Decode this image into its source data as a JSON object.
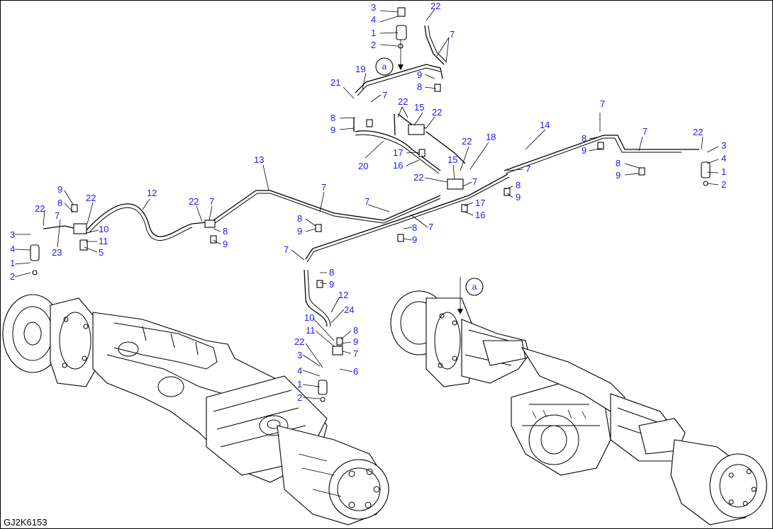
{
  "drawing_code": "GJ2K6153",
  "reference_marker": "a",
  "colors": {
    "callout": "#1a1aff",
    "line": "#000000",
    "background": "#ffffff"
  },
  "callouts": [
    {
      "label": "3"
    },
    {
      "label": "4"
    },
    {
      "label": "1"
    },
    {
      "label": "2"
    },
    {
      "label": "22"
    },
    {
      "label": "7"
    },
    {
      "label": "19"
    },
    {
      "label": "9"
    },
    {
      "label": "8"
    },
    {
      "label": "21"
    },
    {
      "label": "7"
    },
    {
      "label": "22"
    },
    {
      "label": "15"
    },
    {
      "label": "22"
    },
    {
      "label": "8"
    },
    {
      "label": "9"
    },
    {
      "label": "7"
    },
    {
      "label": "14"
    },
    {
      "label": "8"
    },
    {
      "label": "9"
    },
    {
      "label": "7"
    },
    {
      "label": "22"
    },
    {
      "label": "3"
    },
    {
      "label": "4"
    },
    {
      "label": "1"
    },
    {
      "label": "2"
    },
    {
      "label": "8"
    },
    {
      "label": "9"
    },
    {
      "label": "22"
    },
    {
      "label": "18"
    },
    {
      "label": "15"
    },
    {
      "label": "17"
    },
    {
      "label": "16"
    },
    {
      "label": "20"
    },
    {
      "label": "7"
    },
    {
      "label": "22"
    },
    {
      "label": "7"
    },
    {
      "label": "8"
    },
    {
      "label": "9"
    },
    {
      "label": "13"
    },
    {
      "label": "12"
    },
    {
      "label": "9"
    },
    {
      "label": "8"
    },
    {
      "label": "22"
    },
    {
      "label": "22"
    },
    {
      "label": "7"
    },
    {
      "label": "22"
    },
    {
      "label": "7"
    },
    {
      "label": "10"
    },
    {
      "label": "8"
    },
    {
      "label": "3"
    },
    {
      "label": "11"
    },
    {
      "label": "9"
    },
    {
      "label": "4"
    },
    {
      "label": "23"
    },
    {
      "label": "5"
    },
    {
      "label": "1"
    },
    {
      "label": "2"
    },
    {
      "label": "7"
    },
    {
      "label": "8"
    },
    {
      "label": "9"
    },
    {
      "label": "7"
    },
    {
      "label": "17"
    },
    {
      "label": "8"
    },
    {
      "label": "16"
    },
    {
      "label": "7"
    },
    {
      "label": "9"
    },
    {
      "label": "7"
    },
    {
      "label": "8"
    },
    {
      "label": "9"
    },
    {
      "label": "12"
    },
    {
      "label": "24"
    },
    {
      "label": "10"
    },
    {
      "label": "8"
    },
    {
      "label": "11"
    },
    {
      "label": "9"
    },
    {
      "label": "22"
    },
    {
      "label": "7"
    },
    {
      "label": "3"
    },
    {
      "label": "6"
    },
    {
      "label": "4"
    },
    {
      "label": "1"
    },
    {
      "label": "2"
    }
  ]
}
